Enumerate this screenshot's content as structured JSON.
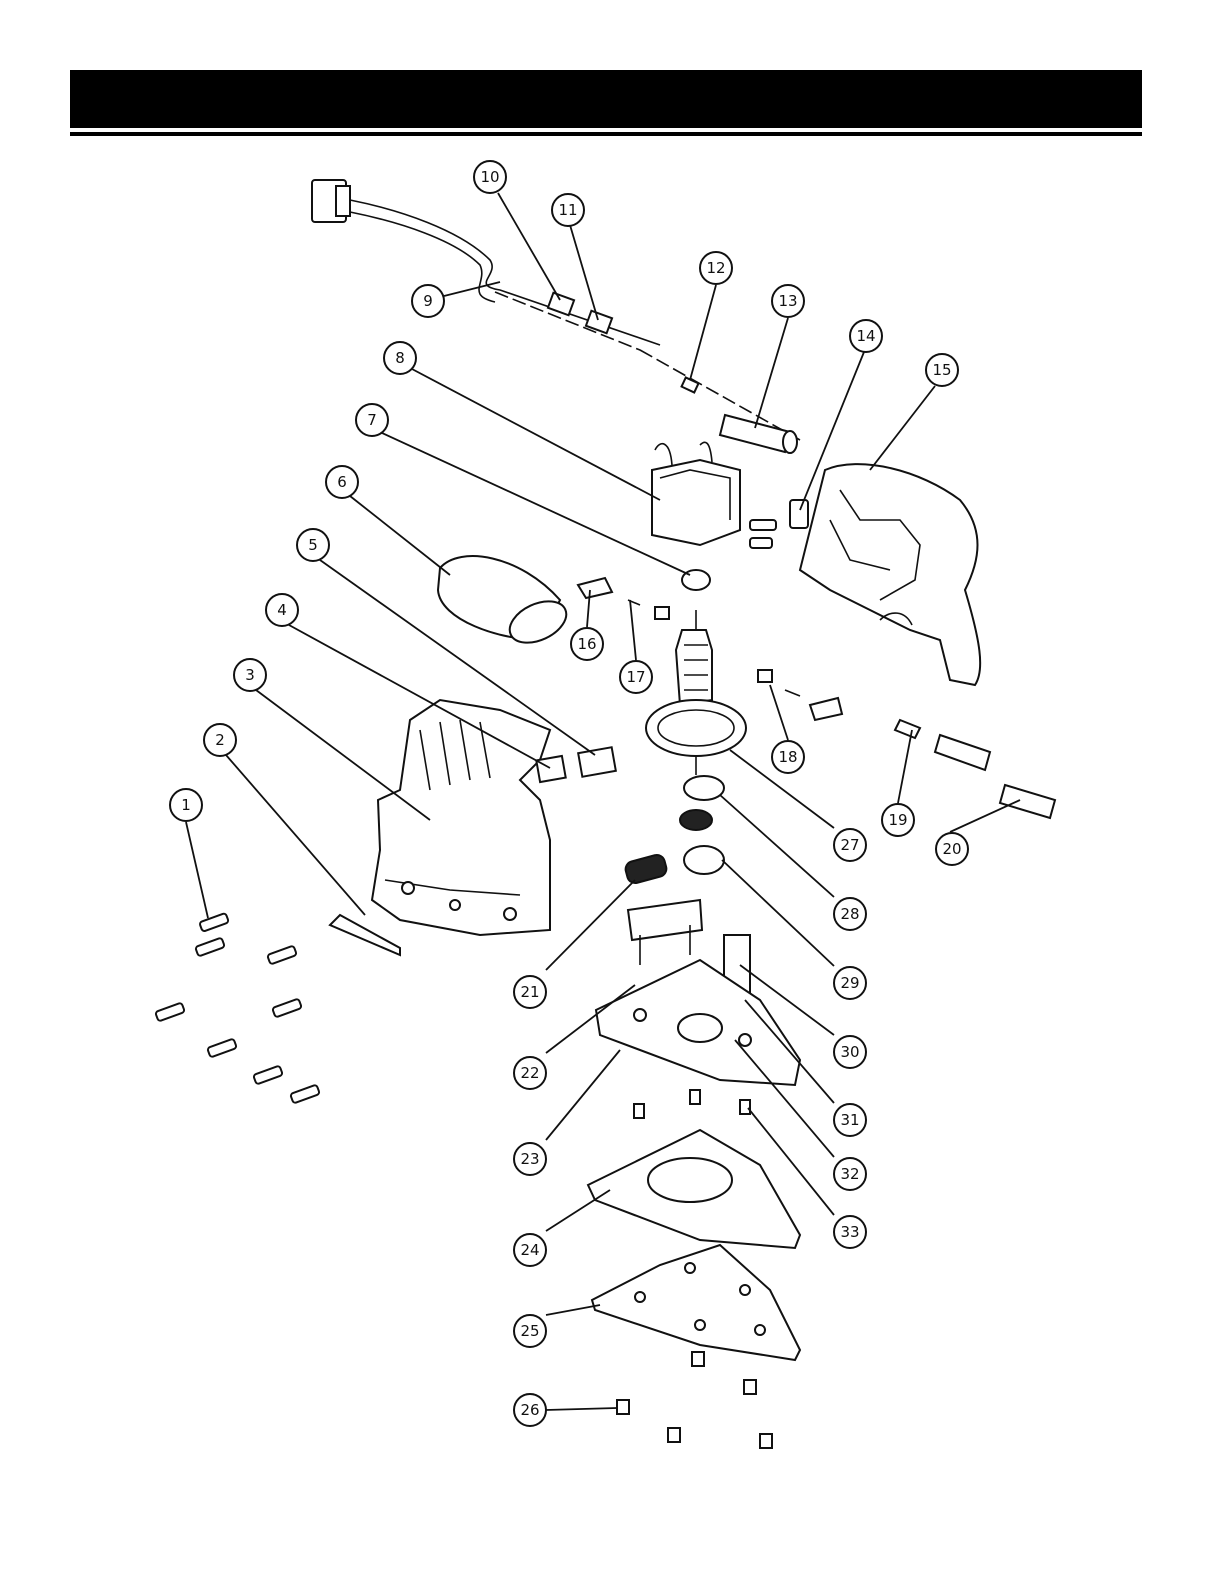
{
  "header": {
    "title": ""
  },
  "callouts": [
    "1",
    "2",
    "3",
    "4",
    "5",
    "6",
    "7",
    "8",
    "9",
    "10",
    "11",
    "12",
    "13",
    "14",
    "15",
    "16",
    "17",
    "18",
    "19",
    "20",
    "21",
    "22",
    "23",
    "24",
    "25",
    "26",
    "27",
    "28",
    "29",
    "30",
    "31",
    "32",
    "33"
  ]
}
